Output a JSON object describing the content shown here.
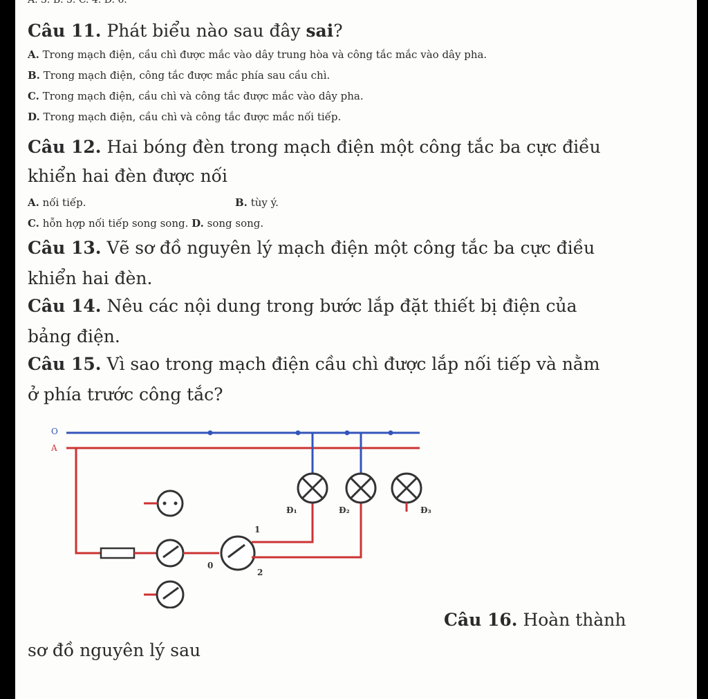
{
  "top_fragment": "A. 3. B. 5. C. 4. D. 6.",
  "q11": {
    "label": "Câu 11.",
    "stem_start": "Phát biểu nào sau đây",
    "stem_bold": "sai",
    "stem_end": "?",
    "options": [
      {
        "key": "A.",
        "text": "Trong mạch điện, cầu chì được mắc vào dây trung hòa và công tắc mắc vào dây pha."
      },
      {
        "key": "B.",
        "text": "Trong mạch điện, công tắc được mắc phía sau cầu chì."
      },
      {
        "key": "C.",
        "text": "Trong mạch điện, cầu chì và công tắc được mắc vào dây pha."
      },
      {
        "key": "D.",
        "text": "Trong mạch điện, cầu chì và công tắc được mắc nối tiếp."
      }
    ]
  },
  "q12": {
    "label": "Câu 12.",
    "line1": "Hai bóng đèn trong mạch điện một công tắc ba cực điều",
    "line2": "khiển hai đèn được nối",
    "options": [
      {
        "key": "A.",
        "text": "nối tiếp."
      },
      {
        "key": "B.",
        "text": "tùy ý."
      },
      {
        "key": "C.",
        "text": "hỗn hợp nối tiếp song song."
      },
      {
        "key": "D.",
        "text": "song song."
      }
    ]
  },
  "q13": {
    "label": "Câu 13.",
    "line1": "Vẽ sơ đồ nguyên lý mạch điện một công tắc ba cực điều",
    "line2": "khiển hai đèn."
  },
  "q14": {
    "label": "Câu 14.",
    "line1": "Nêu các nội dung trong bước lắp đặt thiết bị điện của",
    "line2": "bảng điện."
  },
  "q15": {
    "label": "Câu 15.",
    "line1": "Vì sao trong mạch điện cầu chì được lắp nối tiếp và nằm",
    "line2": "ở phía trước công tắc?"
  },
  "q16": {
    "label": "Câu 16.",
    "text_end": "Hoàn thành",
    "line2": "sơ đồ nguyên lý sau"
  },
  "diagram": {
    "wire_O": "O",
    "wire_A": "A",
    "lamp1": "Đ₁",
    "lamp2": "Đ₂",
    "lamp3": "Đ₃",
    "terminal_0": "0",
    "terminal_1": "1",
    "terminal_2": "2",
    "color_neutral": "#3355bb",
    "color_phase": "#cc3333"
  }
}
